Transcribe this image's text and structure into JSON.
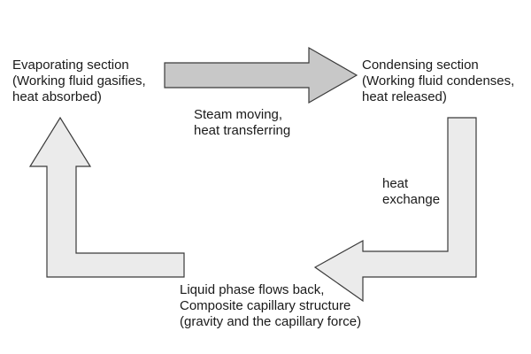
{
  "evaporating": {
    "line1": "Evaporating section",
    "line2": "(Working fluid gasifies,",
    "line3": "heat absorbed)"
  },
  "condensing": {
    "line1": "Condensing section",
    "line2": "(Working fluid condenses,",
    "line3": "heat released)"
  },
  "steam": {
    "line1": "Steam moving,",
    "line2": "heat transferring"
  },
  "heat_exchange": {
    "line1": "heat",
    "line2": "exchange"
  },
  "liquid": {
    "line1": "Liquid phase flows back,",
    "line2": "Composite capillary structure",
    "line3": "(gravity and the capillary force)"
  },
  "colors": {
    "top_arrow_fill": "#c8c8c8",
    "loop_arrow_fill": "#ebebeb",
    "arrow_stroke": "#3a3a3a"
  }
}
